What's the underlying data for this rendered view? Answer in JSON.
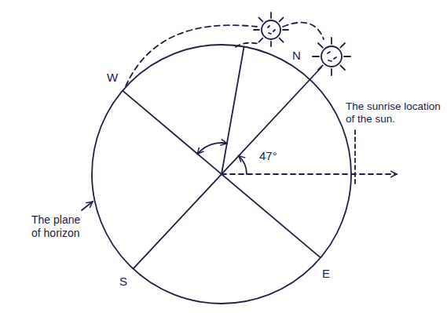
{
  "diagram": {
    "labels": [
      "W",
      "N",
      "S",
      "E",
      "47°",
      "The sunrise location of the sun.",
      "The plane of horizon"
    ]
  }
}
